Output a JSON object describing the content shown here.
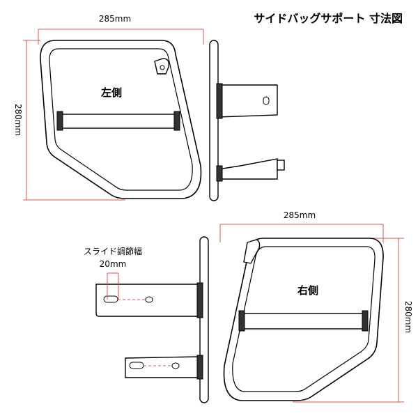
{
  "title": "サイドバッグサポート 寸法図",
  "left_view": {
    "label": "左側",
    "width_dim": "285mm",
    "height_dim": "280mm"
  },
  "right_view": {
    "label": "右側",
    "width_dim": "285mm",
    "height_dim": "280mm"
  },
  "slide_adjust": {
    "label": "スライド調節幅",
    "value": "20mm"
  },
  "colors": {
    "dimension_line": "#d9534f",
    "outline": "#000000"
  }
}
